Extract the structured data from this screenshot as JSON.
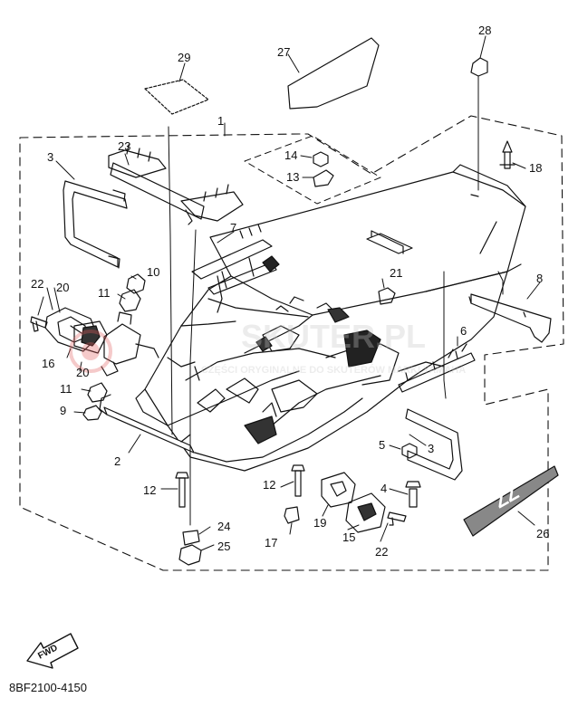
{
  "diagram": {
    "part_code": "8BF2100-4150",
    "fwd_label": "FWD",
    "watermark": {
      "brand": "SKUTER.PL",
      "tagline": "CZĘŚCI ORYGINALNE DO SKUTERÓW MARKI YAMAHA",
      "accent_color": "#e35d5d"
    },
    "decal_text": "ZZ",
    "callouts": [
      "1",
      "2",
      "3",
      "3",
      "4",
      "5",
      "6",
      "7",
      "8",
      "9",
      "10",
      "11",
      "11",
      "12",
      "12",
      "13",
      "14",
      "15",
      "16",
      "17",
      "18",
      "19",
      "20",
      "20",
      "21",
      "22",
      "22",
      "23",
      "24",
      "25",
      "26",
      "27",
      "28",
      "29"
    ]
  }
}
